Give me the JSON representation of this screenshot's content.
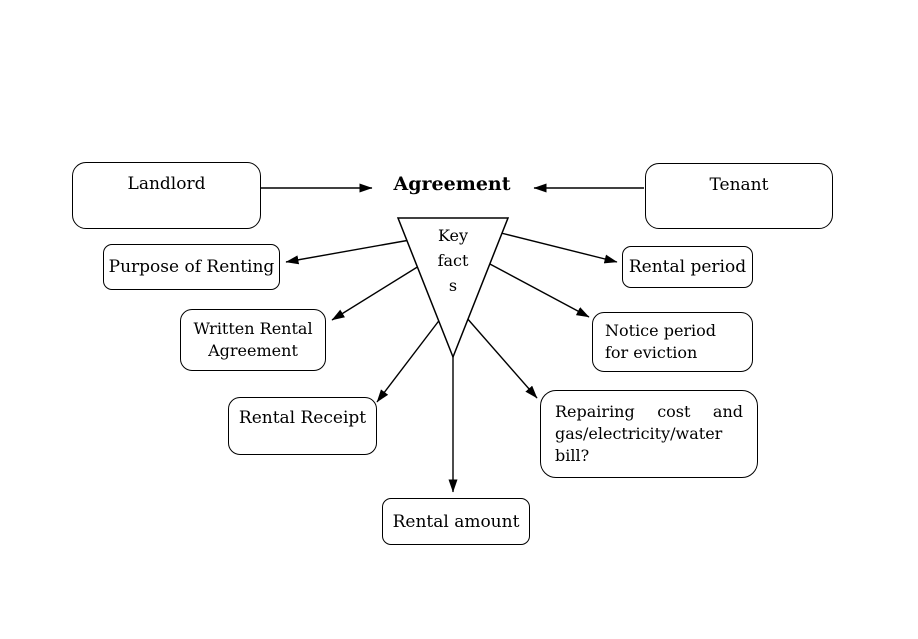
{
  "diagram": {
    "background_color": "#ffffff",
    "line_color": "#000000",
    "text_color": "#000000",
    "nodes": {
      "landlord": {
        "label": "Landlord"
      },
      "tenant": {
        "label": "Tenant"
      },
      "agreement": {
        "label": "Agreement"
      },
      "key_facts": {
        "lines": [
          "Key",
          "fact",
          "s"
        ]
      },
      "purpose_of_renting": {
        "label": "Purpose of Renting"
      },
      "written_rental_agreement": {
        "label": "Written Rental Agreement"
      },
      "rental_receipt": {
        "label": "Rental Receipt"
      },
      "rental_amount": {
        "label": "Rental amount"
      },
      "rental_period": {
        "label": "Rental period"
      },
      "notice_period_for_eviction": {
        "label": "Notice period for eviction"
      },
      "repairing_cost": {
        "label": "Repairing cost and gas/electricity/water bill?"
      }
    },
    "edges": [
      {
        "from": "landlord",
        "to": "agreement"
      },
      {
        "from": "tenant",
        "to": "agreement"
      },
      {
        "from": "key_facts",
        "to": "purpose_of_renting"
      },
      {
        "from": "key_facts",
        "to": "written_rental_agreement"
      },
      {
        "from": "key_facts",
        "to": "rental_receipt"
      },
      {
        "from": "key_facts",
        "to": "rental_amount"
      },
      {
        "from": "key_facts",
        "to": "rental_period"
      },
      {
        "from": "key_facts",
        "to": "notice_period_for_eviction"
      },
      {
        "from": "key_facts",
        "to": "repairing_cost"
      }
    ]
  }
}
